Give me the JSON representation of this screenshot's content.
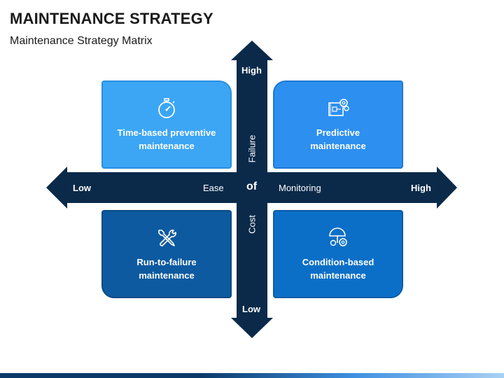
{
  "header": {
    "title": "MAINTENANCE STRATEGY",
    "subtitle": "Maintenance Strategy Matrix"
  },
  "axes": {
    "vertical_top": "High",
    "vertical_bottom": "Low",
    "horizontal_left": "Low",
    "horizontal_right": "High",
    "vertical_label_top": "Failure",
    "vertical_label_bottom": "Cost",
    "center": "of",
    "horizontal_label_left": "Ease",
    "horizontal_label_right": "Monitoring"
  },
  "quadrants": {
    "top_left": {
      "label": "Time-based preventive maintenance",
      "icon": "stopwatch-icon"
    },
    "top_right": {
      "label": "Predictive maintenance",
      "icon": "blueprint-gear-icon"
    },
    "bottom_left": {
      "label": "Run-to-failure maintenance",
      "icon": "wrench-screwdriver-icon"
    },
    "bottom_right": {
      "label": "Condition-based maintenance",
      "icon": "umbrella-gear-icon"
    }
  },
  "colors": {
    "arrow": "#0b2a4a",
    "top_left": "#3ca6f5",
    "top_right": "#2d8ff0",
    "bottom_left": "#0d5aa0",
    "bottom_right": "#0c6fc7"
  }
}
